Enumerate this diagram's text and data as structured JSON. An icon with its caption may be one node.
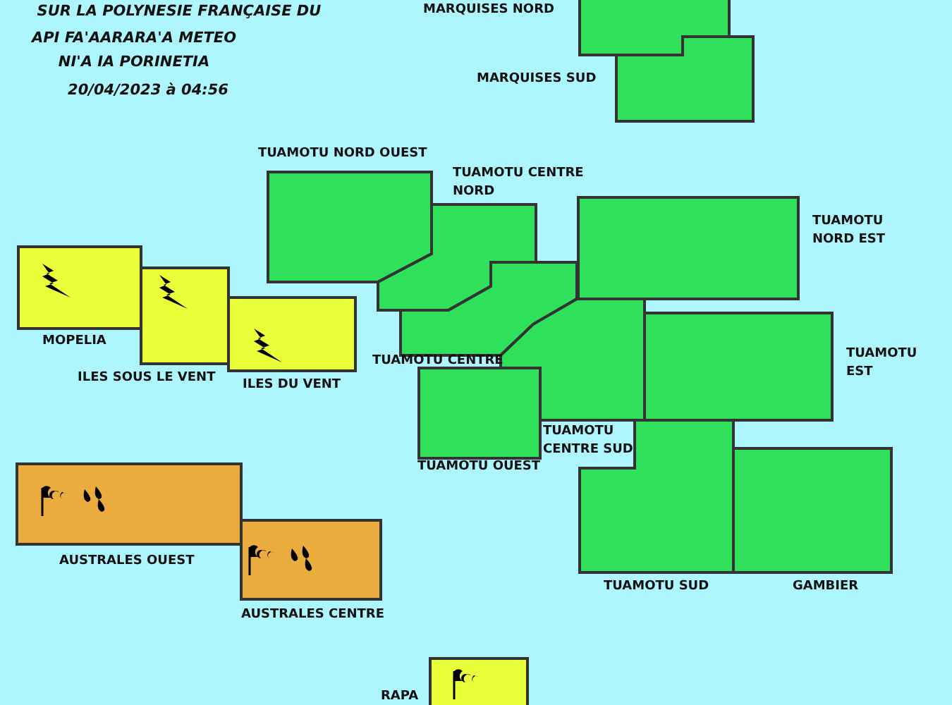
{
  "diagram": {
    "nodes": [
      {
        "text": [
          "MARQUISES NORD"
        ]
      },
      {
        "text": [
          "MARQUISES SUD"
        ]
      },
      {
        "text": [
          "TUAMOTU NORD OUEST"
        ]
      },
      {
        "text": [
          "TUAMOTU CENTRE NORD"
        ]
      },
      {
        "text": [
          "TUAMOTU CENTRE"
        ]
      },
      {
        "text": [
          "TUAMOTU CENTRE SUD"
        ]
      },
      {
        "text": [
          "TUAMOTU OUEST"
        ]
      },
      {
        "text": [
          "TUAMOTU NORD EST"
        ]
      },
      {
        "text": [
          "TUAMOTU EST"
        ]
      },
      {
        "text": [
          "TUAMOTU SUD"
        ]
      },
      {
        "text": [
          "GAMBIER"
        ]
      },
      {
        "text": [
          "MOPELIA"
        ]
      },
      {
        "text": [
          "ILES SOUS LE VENT"
        ]
      },
      {
        "text": [
          "ILES DU VENT"
        ]
      },
      {
        "text": [
          "AUSTRALES OUEST"
        ]
      },
      {
        "text": [
          "AUSTRALES CENTRE"
        ]
      },
      {
        "text": [
          "RAPA"
        ]
      }
    ],
    "labels": [
      "SUR LA POLYNESIE FRANÇAISE DU",
      "API FA'AARARA'A METEO NI'A IA PORINETIA",
      "20/04/2023 à 04:56"
    ]
  }
}
